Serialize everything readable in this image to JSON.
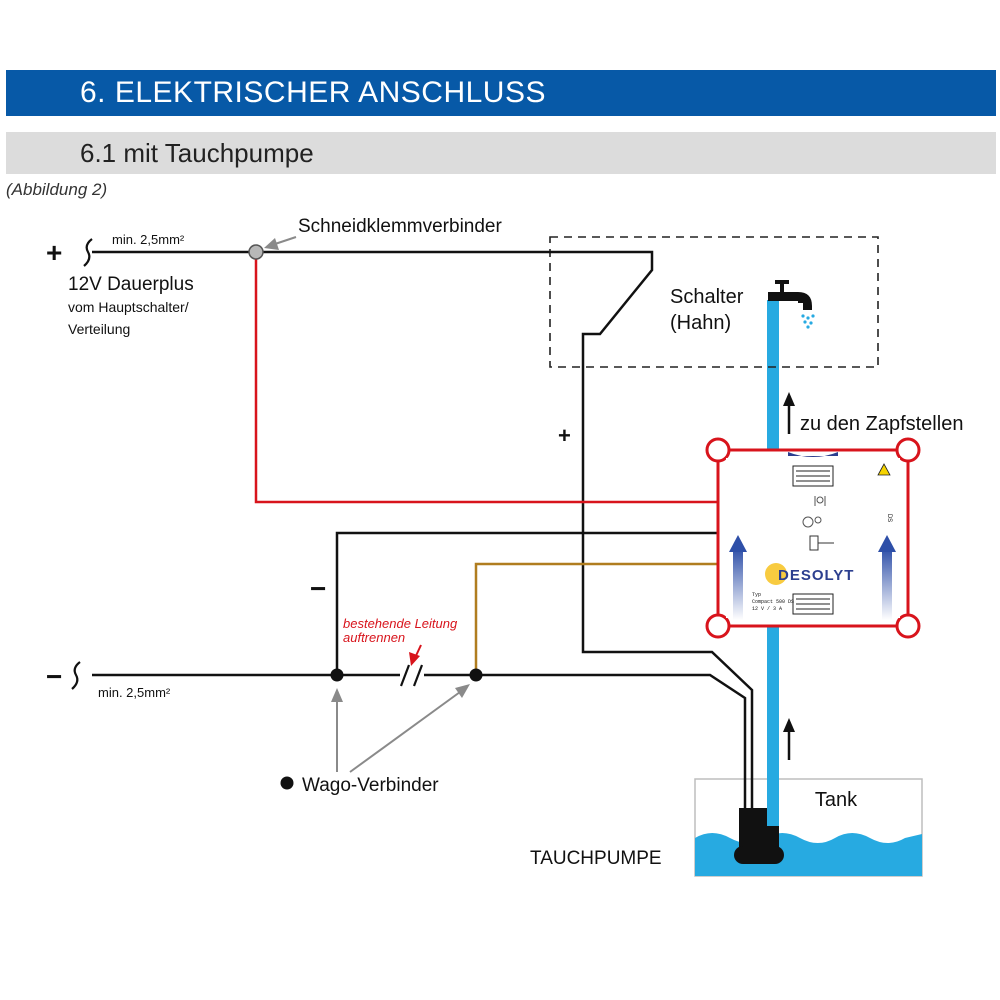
{
  "header": {
    "title": "6.  ELEKTRISCHER ANSCHLUSS",
    "subtitle": "6.1  mit Tauchpumpe"
  },
  "caption": "(Abbildung 2)",
  "diagram": {
    "plus_sign": "+",
    "plus_wire_label": "min. 2,5mm²",
    "supply_title": "12V Dauerplus",
    "supply_line1": "vom Hauptschalter/",
    "supply_line2": "Verteilung",
    "connector_label": "Schneidklemmverbinder",
    "switch_line1": "Schalter",
    "switch_line2": "(Hahn)",
    "plus_mid": "+",
    "outlet_label": "zu den Zapfstellen",
    "minus_sign": "−",
    "minus_wire_label": "min. 2,5mm²",
    "minus_mid": "−",
    "cut_line1": "bestehende Leitung",
    "cut_line2": "auftrennen",
    "wago_label": "Wago-Verbinder",
    "tank_label": "Tank",
    "pump_label": "TAUCHPUMPE",
    "device": {
      "brand": "DESOLYT",
      "type_label": "Typ",
      "model": "Compact 500 DS",
      "rating": "12 V / 3 A",
      "top_tag": "DESOL",
      "side_text": "DS"
    }
  },
  "colors": {
    "header_blue": "#0759a7",
    "subheader_gray": "#dcdcdc",
    "wire_red": "#d8141c",
    "wire_brown": "#b07d1f",
    "water_blue": "#27aae1",
    "arrow_gray": "#8a8a8a"
  }
}
